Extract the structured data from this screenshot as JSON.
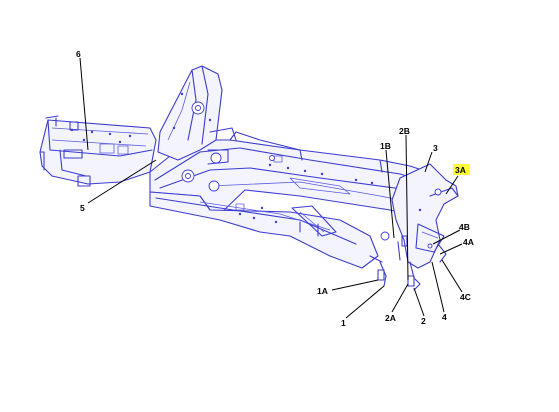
{
  "callouts": {
    "c6": "6",
    "c5": "5",
    "c1B": "1B",
    "c2B": "2B",
    "c3": "3",
    "c3A": "3A",
    "c4B": "4B",
    "c4A": "4A",
    "c1A": "1A",
    "c1": "1",
    "c2A": "2A",
    "c2": "2",
    "c4": "4",
    "c4C": "4C"
  },
  "highlight": {
    "callout": "3A",
    "color": "#ffff33"
  },
  "colors": {
    "line_art": "#3c3ccf",
    "label_text": "#000000",
    "background": "#ffffff"
  }
}
